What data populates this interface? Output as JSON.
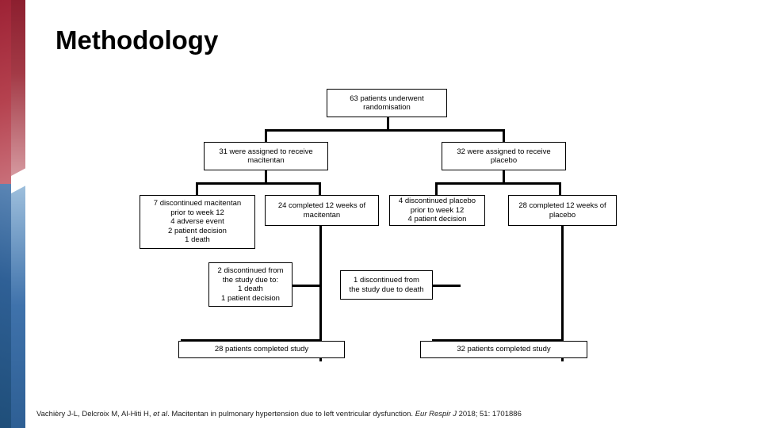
{
  "slide": {
    "title": "Methodology",
    "citation_part1": "Vachièry J-L, Delcroix M, Al-Hiti H, ",
    "citation_italic1": "et al",
    "citation_part2": ". Macitentan in pulmonary hypertension due to left ventricular dysfunction. ",
    "citation_italic2": "Eur Respir J",
    "citation_part3": " 2018; 51: 1701886"
  },
  "flowchart": {
    "nodes": [
      {
        "id": "randomisation",
        "text": "63 patients underwent\nrandomisation"
      },
      {
        "id": "macitentan-assigned",
        "text": "31 were assigned to receive\nmacitentan"
      },
      {
        "id": "placebo-assigned",
        "text": "32 were assigned to receive\nplacebo"
      },
      {
        "id": "macitentan-discontinued",
        "text": "7 discontinued macitentan\nprior to week 12\n4 adverse event\n2 patient decision\n1 death"
      },
      {
        "id": "macitentan-completed-12w",
        "text": "24 completed 12 weeks of\nmacitentan"
      },
      {
        "id": "placebo-discontinued",
        "text": "4 discontinued placebo\nprior to week 12\n4 patient decision"
      },
      {
        "id": "placebo-completed-12w",
        "text": "28 completed 12 weeks of\nplacebo"
      },
      {
        "id": "macitentan-study-discontinued",
        "text": "2 discontinued from\nthe study due to:\n1 death\n1 patient decision"
      },
      {
        "id": "placebo-study-discontinued",
        "text": "1 discontinued from\nthe study due to death"
      },
      {
        "id": "macitentan-completed-study",
        "text": "28 patients completed study"
      },
      {
        "id": "placebo-completed-study",
        "text": "32 patients completed study"
      }
    ]
  }
}
